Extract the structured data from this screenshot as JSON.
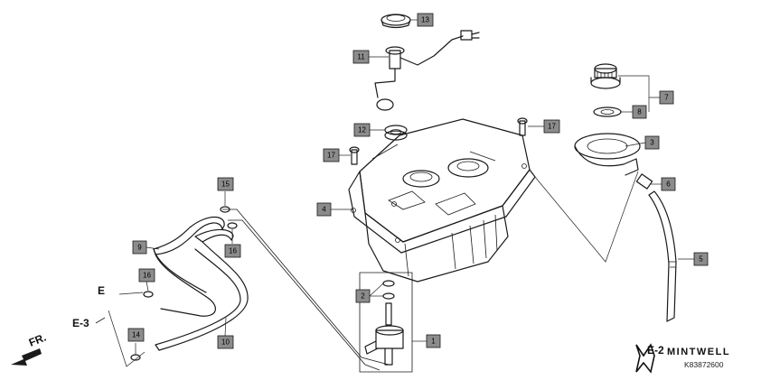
{
  "diagram": {
    "callouts": [
      {
        "id": "c1",
        "label": "1"
      },
      {
        "id": "c2",
        "label": "2"
      },
      {
        "id": "c3",
        "label": "3"
      },
      {
        "id": "c4",
        "label": "4"
      },
      {
        "id": "c5",
        "label": "5"
      },
      {
        "id": "c6",
        "label": "6"
      },
      {
        "id": "c7",
        "label": "7"
      },
      {
        "id": "c8",
        "label": "8"
      },
      {
        "id": "c9",
        "label": "9"
      },
      {
        "id": "c10",
        "label": "10"
      },
      {
        "id": "c11",
        "label": "11"
      },
      {
        "id": "c12",
        "label": "12"
      },
      {
        "id": "c13",
        "label": "13"
      },
      {
        "id": "c14",
        "label": "14"
      },
      {
        "id": "c15",
        "label": "15"
      },
      {
        "id": "c16a",
        "label": "16"
      },
      {
        "id": "c16b",
        "label": "16"
      },
      {
        "id": "c17a",
        "label": "17"
      },
      {
        "id": "c17b",
        "label": "17"
      }
    ],
    "refs": {
      "e": "E",
      "e3": "E-3",
      "e2": "E-2",
      "front": "FR."
    },
    "branding": {
      "name": "MINTWELL",
      "code": "K83872600"
    }
  }
}
